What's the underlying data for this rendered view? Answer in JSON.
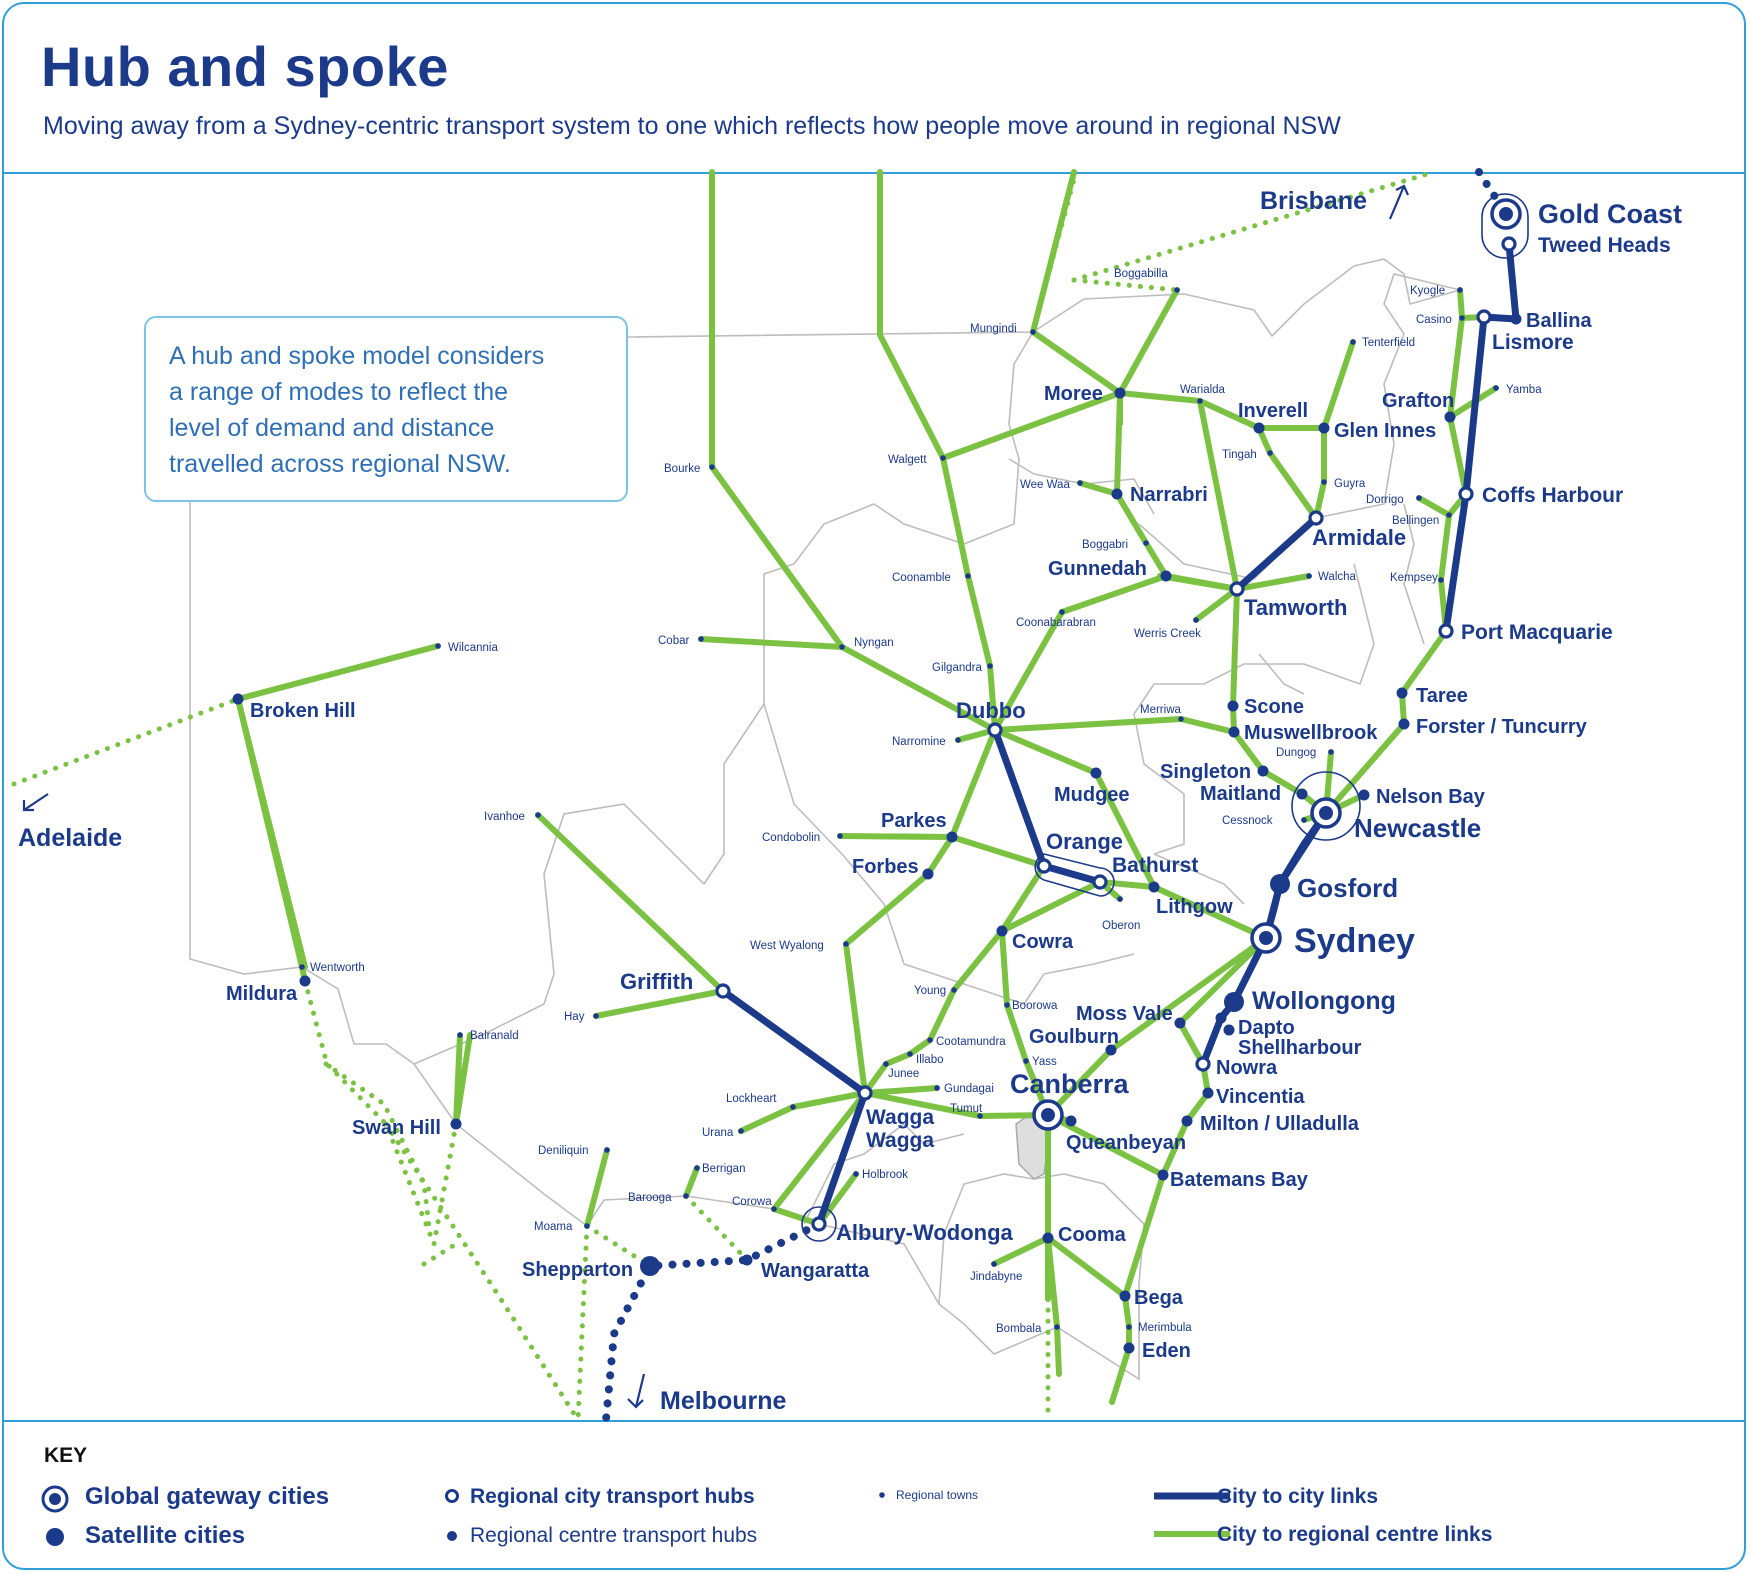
{
  "header": {
    "title": "Hub and spoke",
    "subtitle": "Moving away from a Sydney-centric transport system to one which reflects how people move around in regional NSW"
  },
  "callout": {
    "lines": [
      "A hub and spoke model considers",
      "a range of modes to reflect the",
      "level of demand and distance",
      "travelled across regional NSW."
    ]
  },
  "colors": {
    "navy": "#1c3a8a",
    "green": "#7cc242",
    "border": "#2f9fd6",
    "boundary": "#b9b9b9"
  },
  "external_labels": [
    "Brisbane",
    "Adelaide",
    "Melbourne"
  ],
  "places": {
    "gateway": [
      "Gold Coast",
      "Newcastle",
      "Sydney",
      "Canberra"
    ],
    "satellite": [
      "Gosford",
      "Wollongong",
      "Shepparton"
    ],
    "regional_city_hubs": [
      "Tweed Heads",
      "Lismore",
      "Coffs Harbour",
      "Port Macquarie",
      "Armidale",
      "Tamworth",
      "Dubbo",
      "Orange",
      "Bathurst",
      "Griffith",
      "Wagga Wagga",
      "Albury-Wodonga",
      "Nowra"
    ],
    "regional_centre_hubs": [
      "Ballina",
      "Grafton",
      "Moree",
      "Inverell",
      "Glen Innes",
      "Narrabri",
      "Gunnedah",
      "Broken Hill",
      "Scone",
      "Muswellbrook",
      "Singleton",
      "Maitland",
      "Taree",
      "Forster / Tuncurry",
      "Nelson Bay",
      "Mudgee",
      "Parkes",
      "Forbes",
      "Lithgow",
      "Cowra",
      "Goulburn",
      "Moss Vale",
      "Dapto",
      "Shellharbour",
      "Vincentia",
      "Milton / Ulladulla",
      "Queanbeyan",
      "Batemans Bay",
      "Cooma",
      "Bega",
      "Eden",
      "Mildura",
      "Swan Hill",
      "Wangaratta"
    ],
    "regional_towns": [
      "Boggabilla",
      "Mungindi",
      "Kyogle",
      "Casino",
      "Tenterfield",
      "Yamba",
      "Warialda",
      "Tingah",
      "Guyra",
      "Dorrigo",
      "Bellingen",
      "Kempsey",
      "Wee Waa",
      "Walgett",
      "Bourke",
      "Boggabri",
      "Walcha",
      "Coonamble",
      "Coonabarabran",
      "Werris Creek",
      "Cobar",
      "Nyngan",
      "Gilgandra",
      "Wilcannia",
      "Merriwa",
      "Narromine",
      "Dungog",
      "Cessnock",
      "Ivanhoe",
      "Condobolin",
      "Oberon",
      "West Wyalong",
      "Wentworth",
      "Young",
      "Boorowa",
      "Hay",
      "Cootamundra",
      "Balranald",
      "Illabo",
      "Junee",
      "Yass",
      "Gundagai",
      "Lockheart",
      "Tumut",
      "Urana",
      "Deniliquin",
      "Berrigan",
      "Holbrook",
      "Barooga",
      "Corowa",
      "Moama",
      "Jindabyne",
      "Bombala",
      "Merimbula"
    ]
  },
  "key": {
    "title": "KEY",
    "global_gateway": "Global gateway cities",
    "satellite": "Satellite cities",
    "regional_city_hubs": "Regional city transport hubs",
    "regional_centre_hubs": "Regional centre transport hubs",
    "regional_towns": "Regional towns",
    "city_links": "City to city links",
    "regional_links": "City to regional centre links"
  }
}
